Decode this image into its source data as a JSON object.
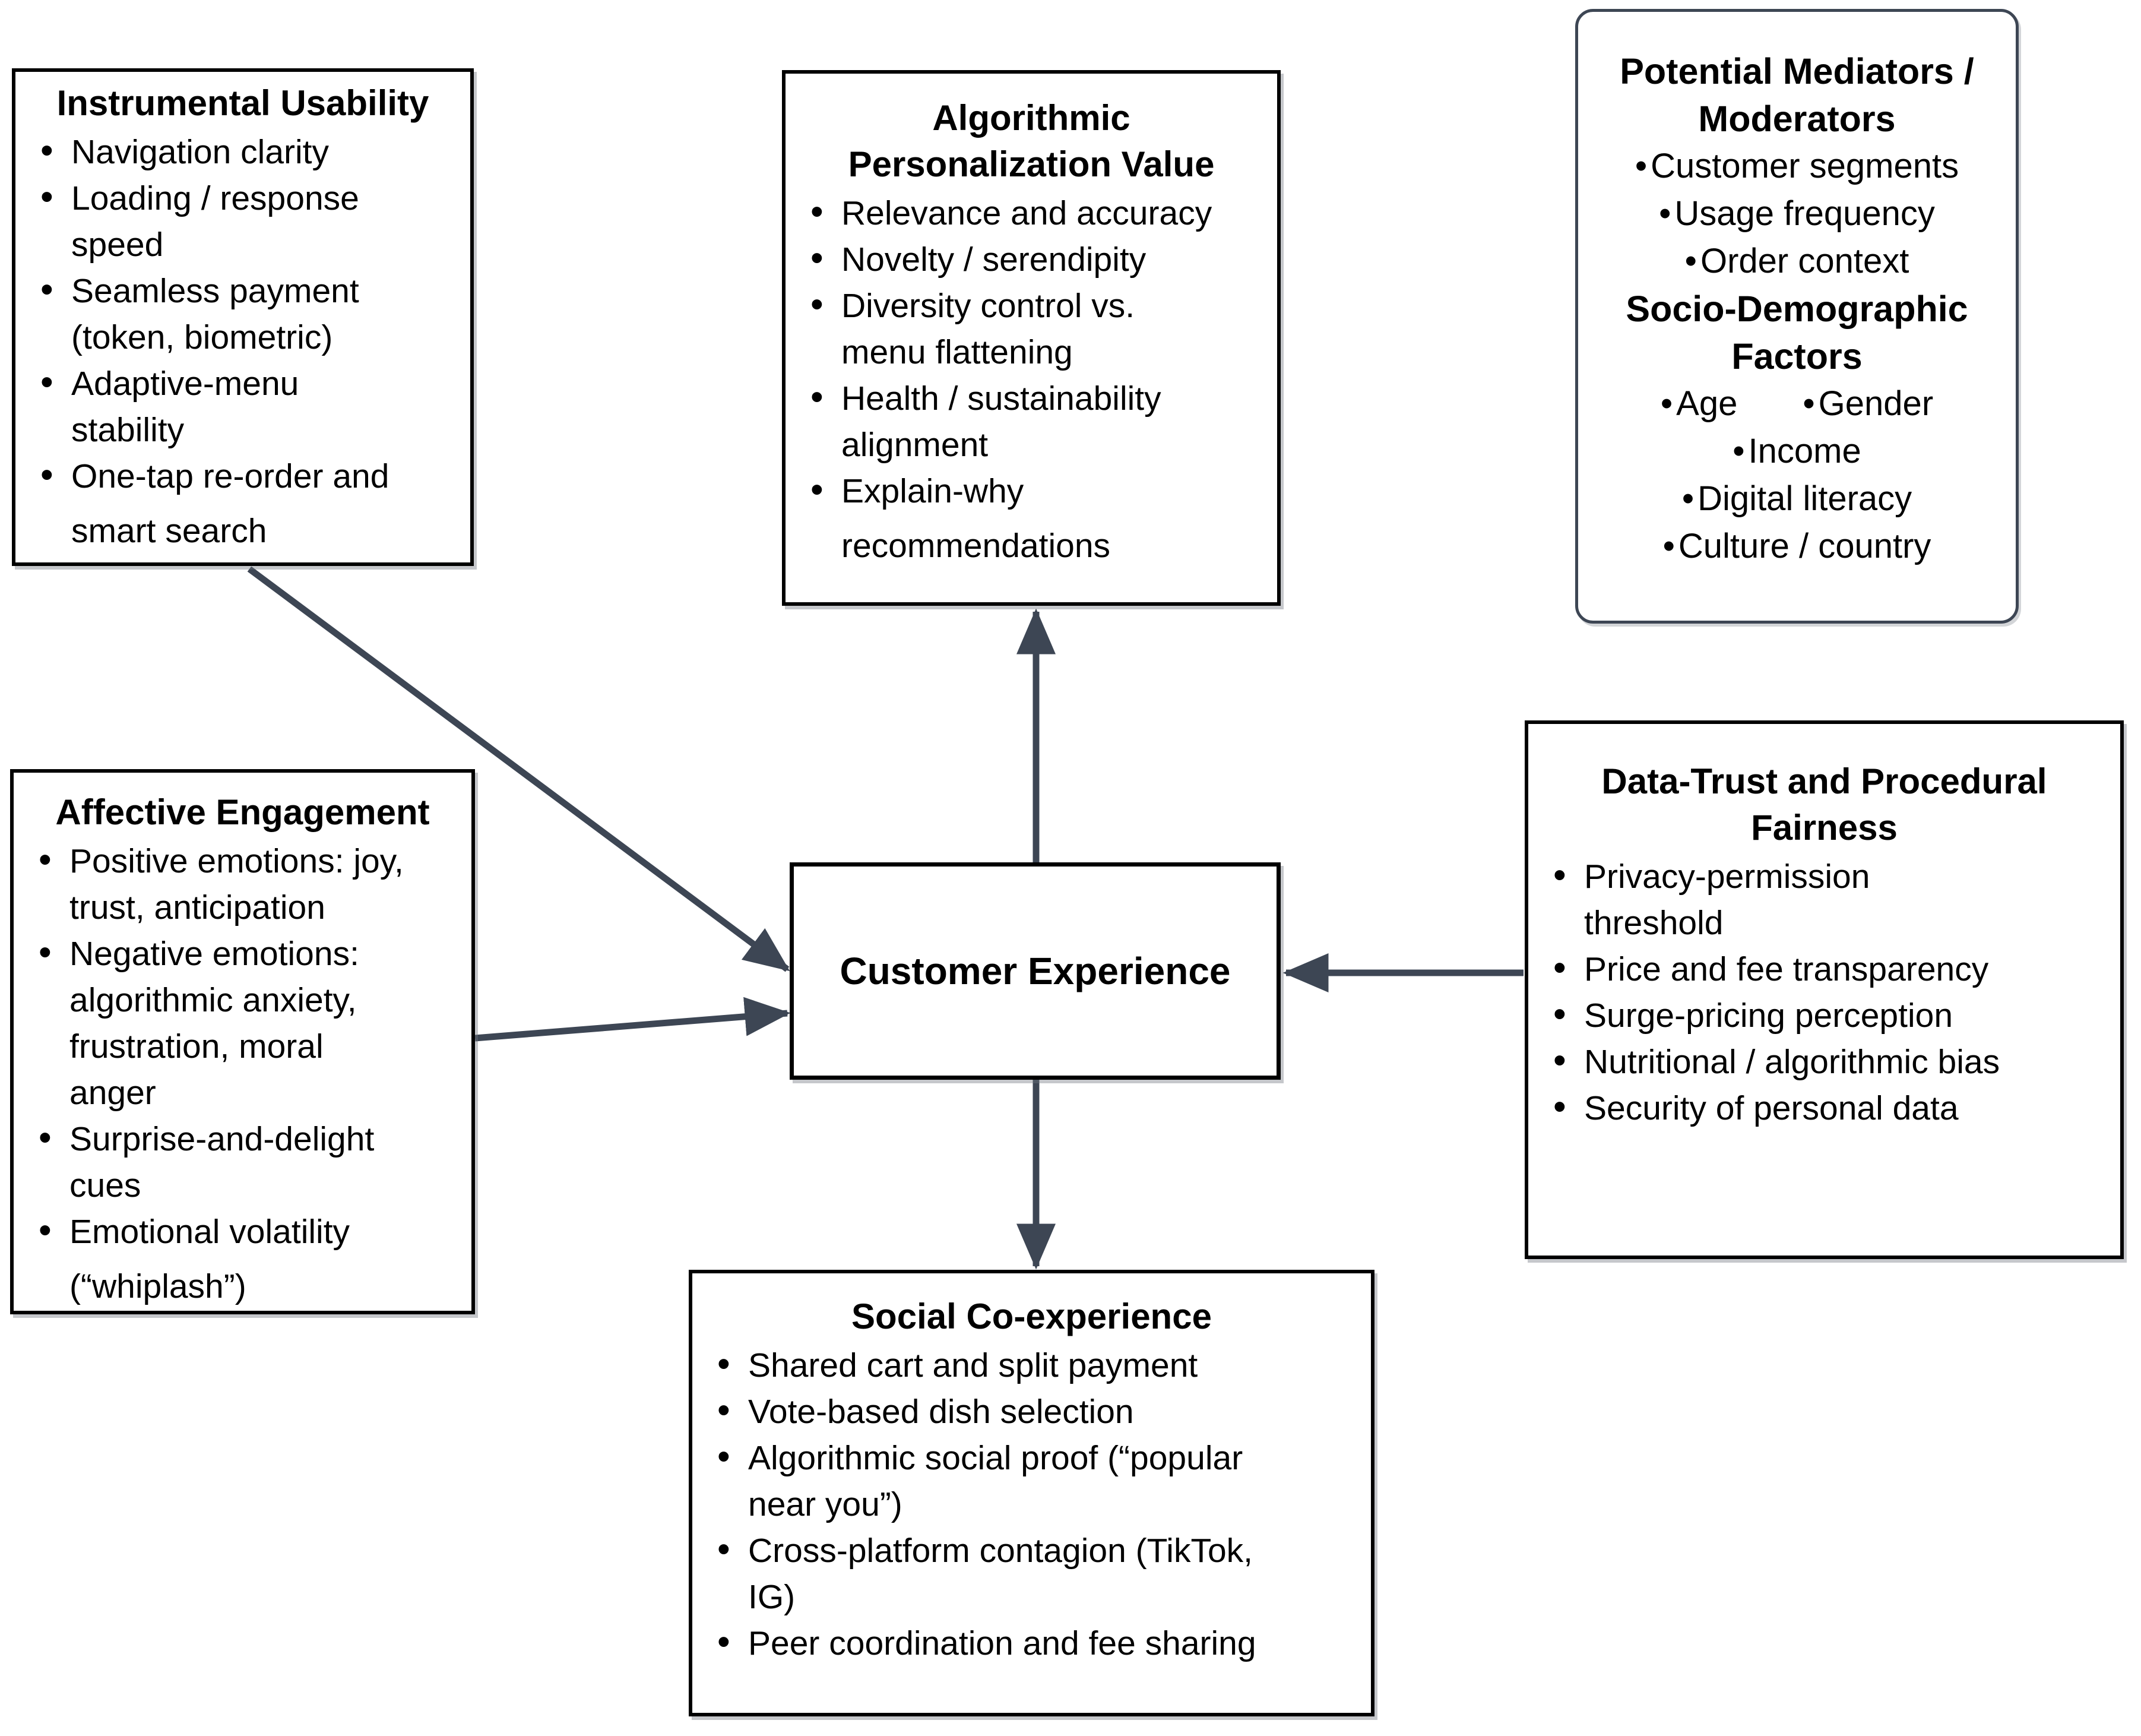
{
  "colors": {
    "background": "#ffffff",
    "text": "#000000",
    "box_border": "#000000",
    "rounded_box_border": "#3d4654",
    "arrow": "#3d4654"
  },
  "boxes": {
    "instrumental": {
      "title": "Instrumental Usability",
      "items": [
        [
          "Navigation clarity"
        ],
        [
          "Loading / response",
          "speed"
        ],
        [
          "Seamless payment",
          "(token, biometric)"
        ],
        [
          "Adaptive-menu",
          "stability"
        ],
        [
          "One-tap re-order and",
          "smart search"
        ]
      ]
    },
    "algorithmic": {
      "title_lines": [
        "Algorithmic",
        "Personalization Value"
      ],
      "items": [
        [
          "Relevance and accuracy"
        ],
        [
          "Novelty / serendipity"
        ],
        [
          "Diversity control vs.",
          "menu flattening"
        ],
        [
          "Health / sustainability",
          "alignment"
        ],
        [
          "Explain-why",
          "recommendations"
        ]
      ]
    },
    "mediators": {
      "title_lines": [
        "Potential Mediators /",
        "Moderators"
      ],
      "bullets_top": [
        "Customer segments",
        "Usage frequency",
        "Order context"
      ],
      "subtitle_lines": [
        "Socio-Demographic",
        "Factors"
      ],
      "bullets_row": [
        "Age",
        "Gender"
      ],
      "bullets_bottom": [
        "Income",
        "Digital literacy",
        "Culture / country"
      ]
    },
    "affective": {
      "title": "Affective Engagement",
      "items": [
        [
          "Positive emotions: joy,",
          "trust, anticipation"
        ],
        [
          "Negative emotions:",
          "algorithmic anxiety,",
          "frustration, moral",
          "anger"
        ],
        [
          "Surprise-and-delight",
          "cues"
        ],
        [
          "Emotional volatility",
          "(“whiplash”)"
        ]
      ]
    },
    "customer": {
      "title": "Customer Experience"
    },
    "datatrust": {
      "title_lines": [
        "Data-Trust and Procedural",
        "Fairness"
      ],
      "items": [
        [
          "Privacy-permission",
          "threshold"
        ],
        [
          "Price and fee transparency"
        ],
        [
          "Surge-pricing perception"
        ],
        [
          "Nutritional / algorithmic bias"
        ],
        [
          "Security of personal data"
        ]
      ]
    },
    "social": {
      "title": "Social Co-experience",
      "items": [
        [
          "Shared cart and split payment"
        ],
        [
          "Vote-based dish selection"
        ],
        [
          "Algorithmic social proof (“popular",
          "near you”)"
        ],
        [
          "Cross-platform contagion (TikTok,",
          "IG)"
        ],
        [
          "Peer coordination and fee sharing"
        ]
      ]
    }
  },
  "arrows": [
    {
      "from": "instrumental-usability",
      "to": "customer-experience"
    },
    {
      "from": "affective-engagement",
      "to": "customer-experience"
    },
    {
      "from": "customer-experience",
      "to": "algorithmic-personalization-value"
    },
    {
      "from": "customer-experience",
      "to": "social-co-experience"
    },
    {
      "from": "data-trust-and-procedural-fairness",
      "to": "customer-experience"
    }
  ]
}
